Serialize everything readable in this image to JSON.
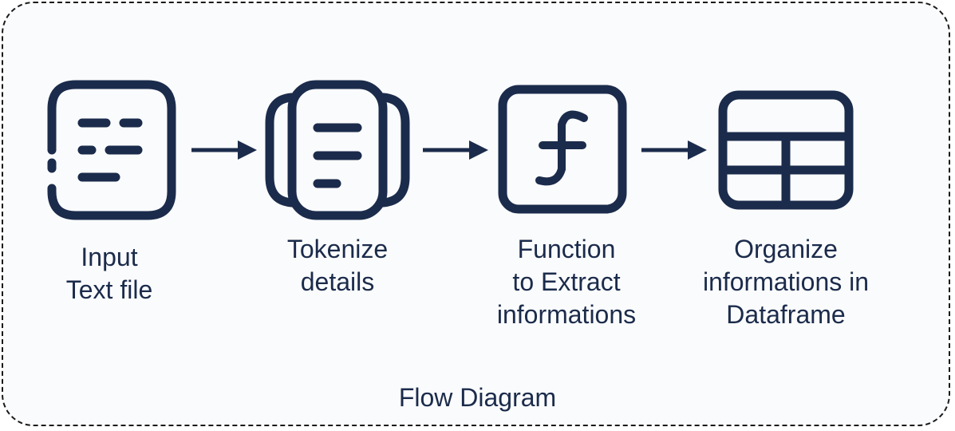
{
  "colors": {
    "ink": "#1b2b4b",
    "frame_border": "#1a1a1a",
    "background": "#fafbfc"
  },
  "steps": [
    {
      "id": "input",
      "icon": "text-file-icon",
      "lines": [
        "Input",
        "Text file"
      ]
    },
    {
      "id": "tokenize",
      "icon": "tokenize-document-icon",
      "lines": [
        "Tokenize",
        "details"
      ]
    },
    {
      "id": "function",
      "icon": "function-icon",
      "lines": [
        "Function",
        "to Extract",
        "informations"
      ]
    },
    {
      "id": "organize",
      "icon": "table-icon",
      "lines": [
        "Organize",
        "informations in",
        "Dataframe"
      ]
    }
  ],
  "caption": "Flow Diagram"
}
